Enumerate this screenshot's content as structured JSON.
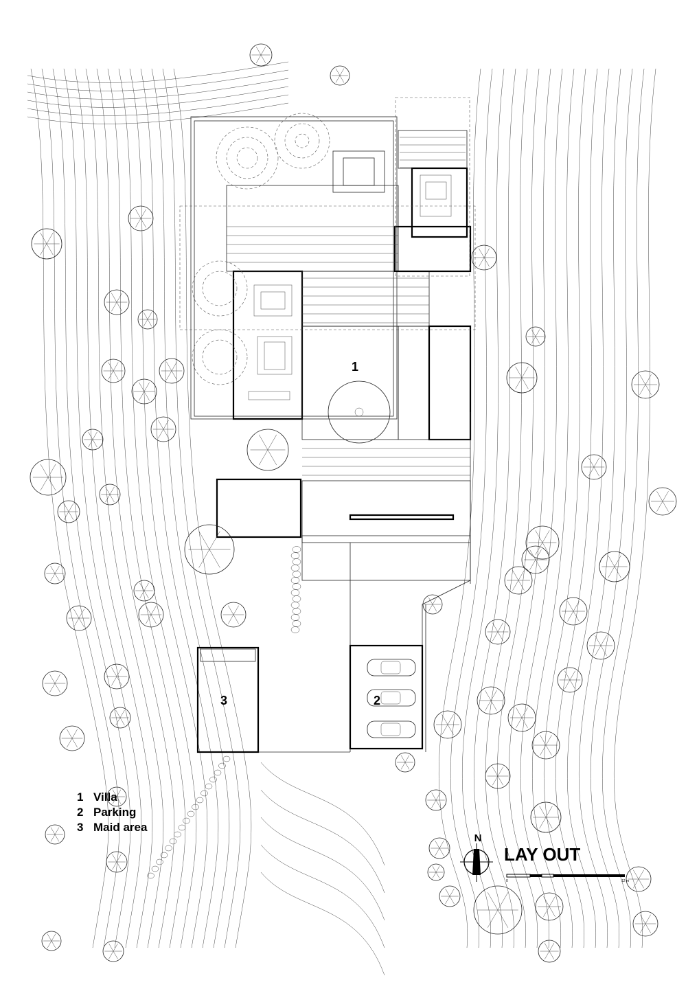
{
  "plan": {
    "zones": [
      {
        "num": "1",
        "name": "Villa"
      },
      {
        "num": "2",
        "name": "Parking"
      },
      {
        "num": "3",
        "name": "Maid area"
      }
    ],
    "title": "LAY OUT",
    "north": "N",
    "scale": {
      "start": "0",
      "end": "12 m"
    }
  }
}
